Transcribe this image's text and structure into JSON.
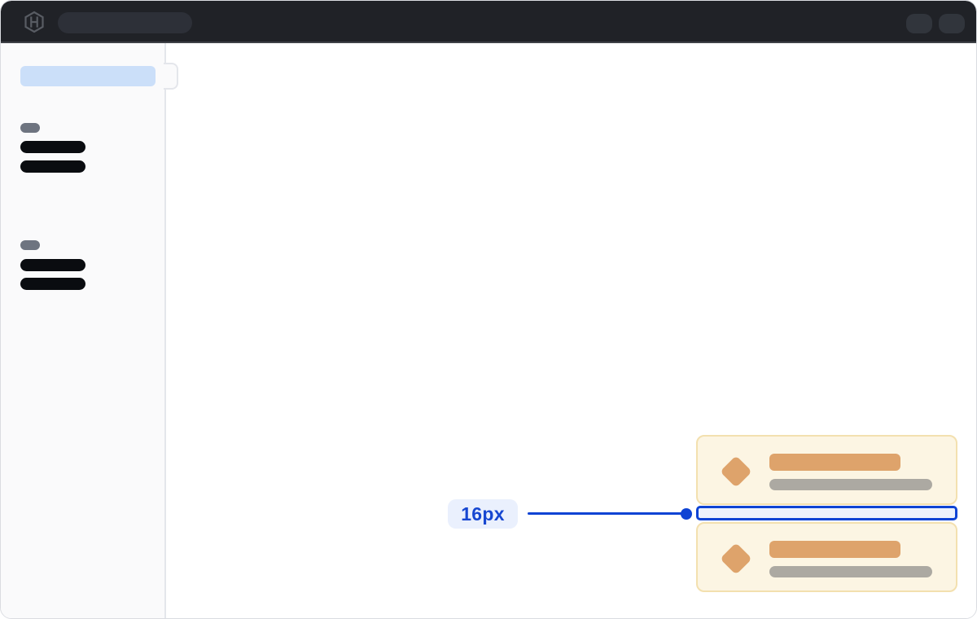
{
  "topbar": {
    "logo_icon": "hashicorp-logo",
    "nav_search_skeleton": "navigation-placeholder",
    "actions": [
      {
        "icon": "action-placeholder"
      },
      {
        "icon": "action-placeholder"
      }
    ]
  },
  "sidebar": {
    "active_item_skeleton": "active-nav-placeholder",
    "toggle": "sidebar-collapse-toggle",
    "groups": [
      {
        "label_skeleton": "section-label-placeholder",
        "items_skeleton": [
          "nav-link-placeholder",
          "nav-link-placeholder"
        ]
      },
      {
        "label_skeleton": "section-label-placeholder",
        "items_skeleton": [
          "nav-link-placeholder",
          "nav-link-placeholder"
        ]
      }
    ]
  },
  "main": {
    "toasts": [
      {
        "icon": "diamond-icon",
        "title_skeleton": "title-placeholder",
        "description_skeleton": "description-placeholder"
      },
      {
        "icon": "diamond-icon",
        "title_skeleton": "title-placeholder",
        "description_skeleton": "description-placeholder"
      }
    ],
    "annotation": {
      "label": "16px"
    }
  },
  "colors": {
    "topbar_bg": "#202227",
    "topbar_skeleton": "#2D3038",
    "topbar_edge": "#3E4147",
    "logo_gray": "#585C63",
    "sidebar_bg": "#FAFAFB",
    "sidebar_border": "#E4E6EB",
    "active_item_blue": "#CBDFF9",
    "section_label_gray": "#6E7480",
    "nav_item_black": "#0A0C10",
    "toast_bg": "#FCF5E3",
    "toast_border": "#F3E0AF",
    "toast_accent_tan": "#DEA36B",
    "toast_text_gray": "#ACA9A2",
    "annotation_blue": "#0E43D4",
    "annotation_text_blue": "#1747D1",
    "annotation_label_bg": "#EAF0FD",
    "highlight_fill": "#EDF2FC",
    "window_border": "#DADCE1"
  }
}
